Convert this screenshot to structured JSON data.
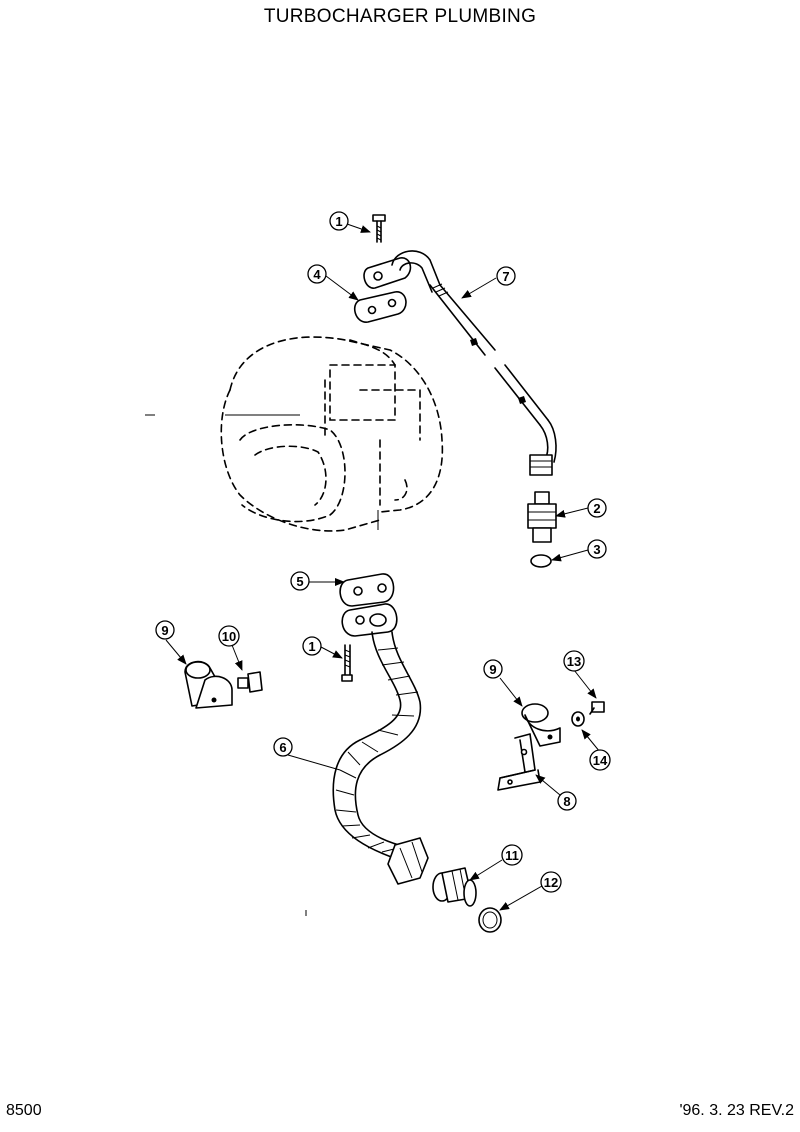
{
  "header": {
    "title": "TURBOCHARGER PLUMBING"
  },
  "footer": {
    "page_number": "8500",
    "revision": "'96. 3. 23 REV.2"
  },
  "callouts": [
    {
      "id": "c1a",
      "label": "1"
    },
    {
      "id": "c4",
      "label": "4"
    },
    {
      "id": "c7",
      "label": "7"
    },
    {
      "id": "c2",
      "label": "2"
    },
    {
      "id": "c3",
      "label": "3"
    },
    {
      "id": "c5",
      "label": "5"
    },
    {
      "id": "c1b",
      "label": "1"
    },
    {
      "id": "c9a",
      "label": "9"
    },
    {
      "id": "c10",
      "label": "10"
    },
    {
      "id": "c9b",
      "label": "9"
    },
    {
      "id": "c13",
      "label": "13"
    },
    {
      "id": "c14",
      "label": "14"
    },
    {
      "id": "c6",
      "label": "6"
    },
    {
      "id": "c8",
      "label": "8"
    },
    {
      "id": "c11",
      "label": "11"
    },
    {
      "id": "c12",
      "label": "12"
    }
  ]
}
